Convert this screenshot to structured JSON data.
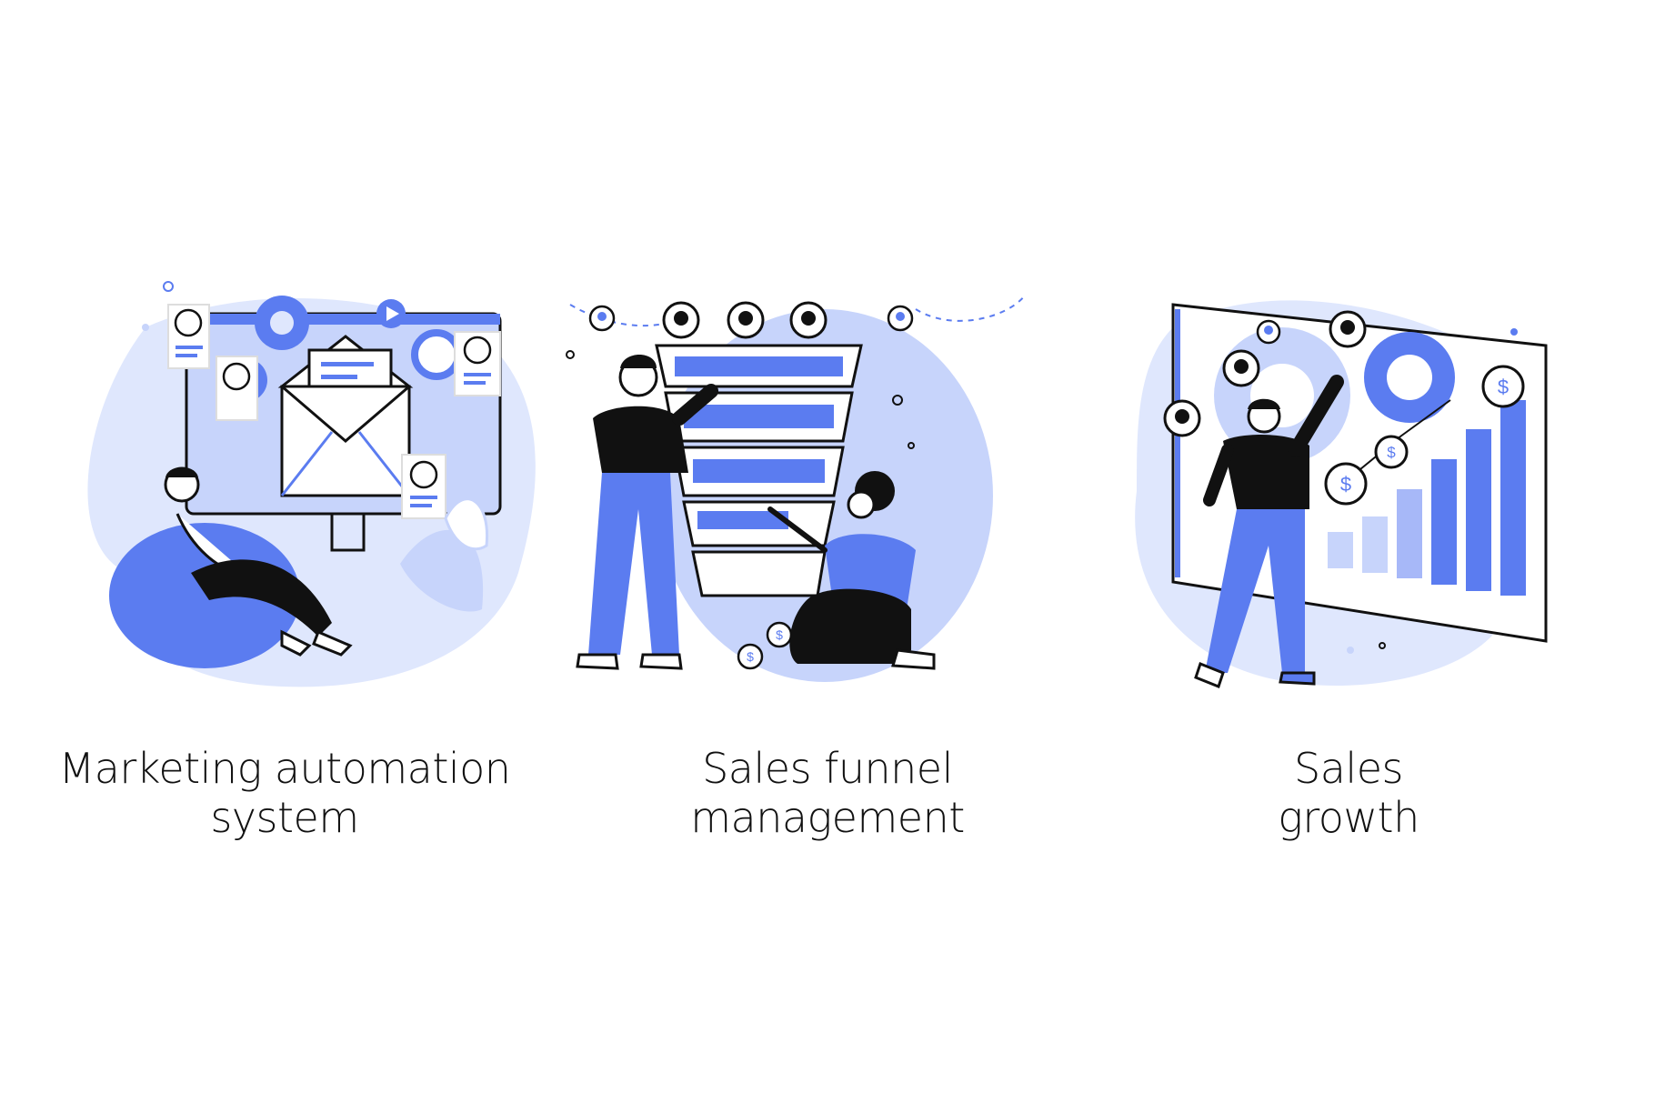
{
  "colors": {
    "primary": "#5b7cf0",
    "light": "#c7d4fb",
    "pale": "#dfe7fd",
    "ink": "#111111",
    "background": "#ffffff"
  },
  "panels": [
    {
      "caption_line1": "Marketing automation",
      "caption_line2": "system",
      "icons": [
        "envelope-icon",
        "gear-icon",
        "play-icon",
        "contact-card-icon",
        "beanbag-person"
      ]
    },
    {
      "caption_line1": "Sales funnel",
      "caption_line2": "management",
      "icons": [
        "funnel-icon",
        "avatar-icon",
        "dollar-coin-icon",
        "standing-person",
        "kneeling-person"
      ]
    },
    {
      "caption_line1": "Sales",
      "caption_line2": "growth",
      "icons": [
        "bar-chart-icon",
        "gear-icon",
        "dollar-coin-icon",
        "avatar-icon",
        "standing-person"
      ]
    }
  ],
  "dollar_symbol": "$"
}
